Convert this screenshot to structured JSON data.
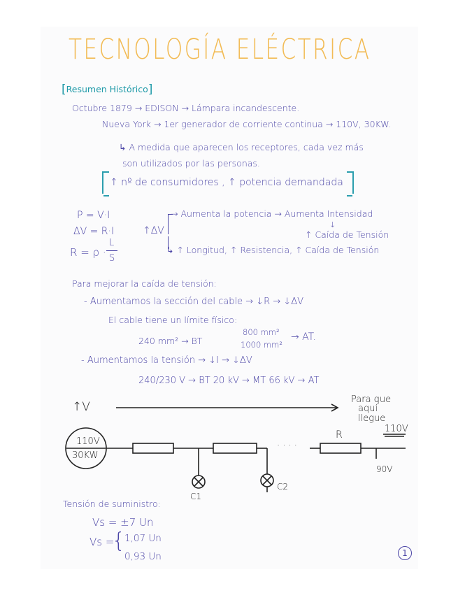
{
  "page": {
    "title": "TECNOLOGÍA ELÉCTRICA",
    "section_label": "Resumen Histórico",
    "page_number": "1",
    "colors": {
      "title": "#f2bb55",
      "section": "#1f9aa8",
      "ink": "#4b45a6",
      "diagram": "#222222"
    }
  },
  "history": {
    "line1": "Octubre 1879 → EDISON → Lámpara incandescente.",
    "line2": "Nueva York → 1er generador de corriente continua → 110V, 30KW.",
    "line3": "↳ A medida que aparecen los receptores, cada vez más",
    "line4": "son utilizados por las personas.",
    "boxed": "↑ nº de consumidores , ↑ potencia demandada"
  },
  "formulas": {
    "power": "P = V·I",
    "drop": "ΔV = R·I",
    "resistance_lhs": "R = ρ ·",
    "resistance_num": "L",
    "resistance_den": "S",
    "delta_label": "↑ΔV",
    "branch_top": "→ Aumenta la potencia → Aumenta Intensidad",
    "branch_top_arrow": "↓",
    "branch_top_result": "↑ Caída de Tensión",
    "branch_bottom": "↳ ↑ Longitud, ↑ Resistencia, ↑ Caída de Tensión"
  },
  "improve": {
    "heading": "Para mejorar la caída de tensión:",
    "item1": "- Aumentamos la sección del cable → ↓R → ↓ΔV",
    "item1_note": "El cable tiene un límite físico:",
    "bt_section": "240 mm² → BT",
    "at_section_1": "800 mm²",
    "at_section_2": "1000 mm²",
    "at_arrow": "→ AT.",
    "item2": "- Aumentamos la tensión → ↓I → ↓ΔV",
    "levels": "240/230 V → BT     20 kV → MT     66 kV → AT"
  },
  "diagram": {
    "arrow_label": "↑V",
    "note_line1": "Para que",
    "note_line2": "aquí",
    "note_line3": "llegue",
    "note_voltage": "110V",
    "generator_top": "110V",
    "generator_bottom": "30KW",
    "resistor_label": "R",
    "dots": "· · · ·",
    "end_voltage": "90V",
    "load1": "C1",
    "load2": "C2"
  },
  "supply": {
    "heading": "Tensión de suministro:",
    "vs1": "Vs = ±7 Un",
    "vs_lhs": "Vs =",
    "vs_max": "1,07 Un",
    "vs_min": "0,93 Un"
  }
}
